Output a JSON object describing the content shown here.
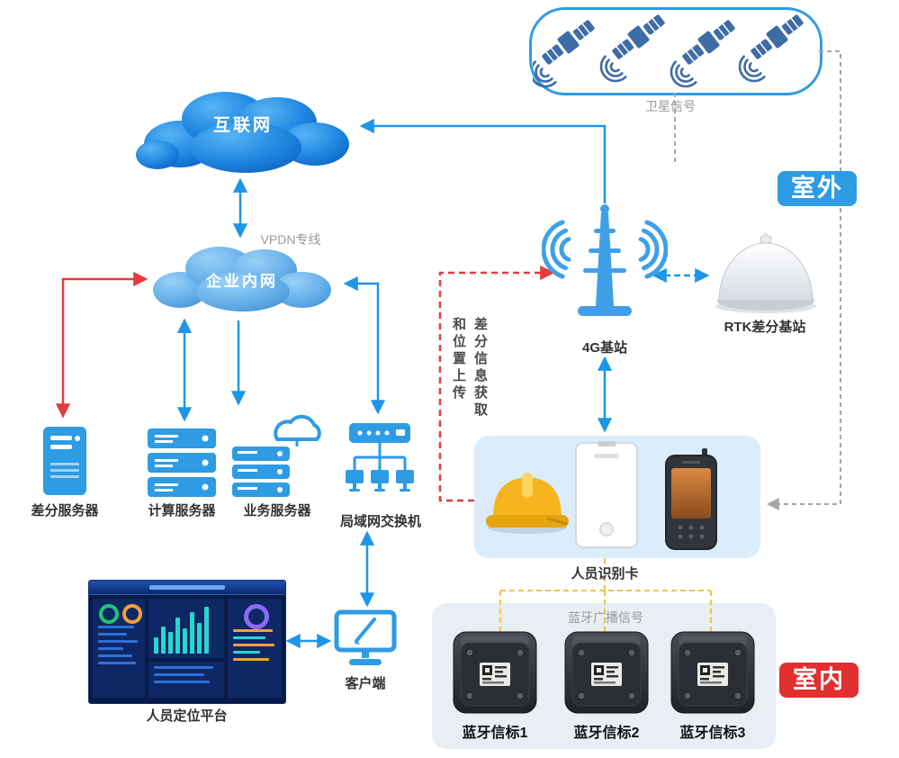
{
  "clouds": {
    "internet": "互联网",
    "intranet": "企业内网"
  },
  "badges": {
    "outdoor": "室外",
    "indoor": "室内"
  },
  "links": {
    "vpdn": "VPDN专线",
    "satellite_signal": "卫星信号",
    "bt_broadcast": "蓝牙广播信号",
    "upload_note": "差分信息获取\n和位置上传"
  },
  "nodes": {
    "g4": "4G基站",
    "rtk": "RTK差分基站",
    "diff_server": "差分服务器",
    "compute_server": "计算服务器",
    "business_server": "业务服务器",
    "lan_switch": "局域网交换机",
    "id_card": "人员识别卡",
    "client": "客户端",
    "platform": "人员定位平台",
    "beacon1": "蓝牙信标1",
    "beacon2": "蓝牙信标2",
    "beacon3": "蓝牙信标3"
  },
  "colors": {
    "arrow_blue": "#1E96E8",
    "arrow_red": "#E23C3C",
    "dash_yellow": "#F2C14E",
    "dash_gray": "#A6A6A6",
    "cloud_dark": "#1E87E0",
    "cloud_light": "#63AEE8",
    "icon_blue": "#2E9BE5",
    "badge_outdoor_bg": "#2E9BE5",
    "badge_indoor_bg": "#E23030",
    "box_card_bg": "#DBEDFB",
    "box_beacon_bg": "#E8EEF3"
  }
}
